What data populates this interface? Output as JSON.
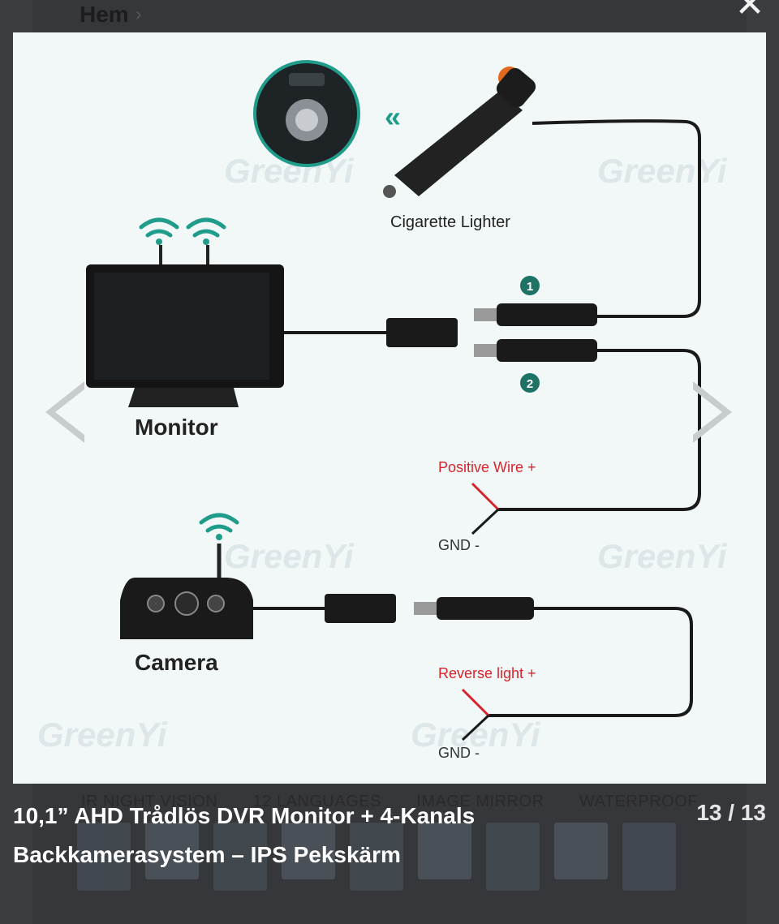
{
  "breadcrumb": {
    "home": "Hem",
    "separator": "›"
  },
  "close": {
    "symbol": "✕"
  },
  "background_features": [
    "IR NIGHT VISION",
    "12 LANGUAGES",
    "IMAGE MIRROR",
    "WATERPROOF"
  ],
  "image": {
    "watermark": "GreenYi",
    "labels": {
      "cigarette_lighter": "Cigarette Lighter",
      "monitor": "Monitor",
      "camera": "Camera",
      "positive_wire": "Positive Wire +",
      "gnd_1": "GND -",
      "reverse_light": "Reverse light +",
      "gnd_2": "GND -",
      "connector_1": "1",
      "connector_2": "2"
    },
    "colors": {
      "accent_teal": "#1f9c8a",
      "wire": "#1a1a1a",
      "red_label": "#d8242b"
    }
  },
  "caption": {
    "line1": "10,1” AHD Trådlös DVR Monitor + 4-Kanals",
    "line2": "Backkamerasystem – IPS Pekskärm"
  },
  "counter": "13 / 13"
}
